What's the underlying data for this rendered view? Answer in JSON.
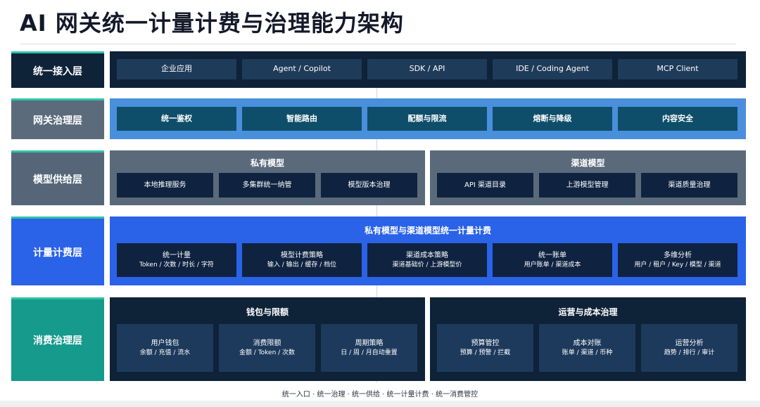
{
  "title": "AI 网关统一计量计费与治理能力架构",
  "layers": {
    "access": {
      "label": "统一接入层",
      "items": [
        "企业应用",
        "Agent / Copilot",
        "SDK / API",
        "IDE / Coding Agent",
        "MCP Client"
      ]
    },
    "governance": {
      "label": "网关治理层",
      "items": [
        "统一鉴权",
        "智能路由",
        "配额与限流",
        "熔断与降级",
        "内容安全"
      ]
    },
    "supply": {
      "label": "模型供给层",
      "groups": [
        {
          "title": "私有模型",
          "items": [
            "本地推理服务",
            "多集群统一纳管",
            "模型版本治理"
          ]
        },
        {
          "title": "渠道模型",
          "items": [
            "API 渠道目录",
            "上游模型管理",
            "渠道质量治理"
          ]
        }
      ]
    },
    "metering": {
      "label": "计量计费层",
      "title": "私有模型与渠道模型统一计量计费",
      "items": [
        {
          "title": "统一计量",
          "sub": "Token / 次数 / 时长 / 字符"
        },
        {
          "title": "模型计费策略",
          "sub": "输入 / 输出 / 缓存 / 档位"
        },
        {
          "title": "渠道成本策略",
          "sub": "渠道基础价 / 上游模型价"
        },
        {
          "title": "统一账单",
          "sub": "用户账单 / 渠道成本"
        },
        {
          "title": "多维分析",
          "sub": "用户 / 租户 / Key / 模型 / 渠道"
        }
      ]
    },
    "consumption": {
      "label": "消费治理层",
      "groups": [
        {
          "title": "钱包与限额",
          "items": [
            {
              "title": "用户钱包",
              "sub": "余额 / 充值 / 流水"
            },
            {
              "title": "消费限额",
              "sub": "金额 / Token / 次数"
            },
            {
              "title": "周期策略",
              "sub": "日 / 周 / 月自动重置"
            }
          ]
        },
        {
          "title": "运营与成本治理",
          "items": [
            {
              "title": "预算管控",
              "sub": "预算 / 预警 / 拦截"
            },
            {
              "title": "成本对账",
              "sub": "账单 / 渠道 / 币种"
            },
            {
              "title": "运营分析",
              "sub": "趋势 / 排行 / 审计"
            }
          ]
        }
      ]
    }
  },
  "footer": "统一入口 · 统一治理 · 统一供给 · 统一计量计费 · 统一消费管控",
  "colors": {
    "accent_teal": "#2fc3a4",
    "navy": "#0e2238",
    "blue": "#2a62e8",
    "light_blue": "#4a8fdc",
    "slate": "#5b6a7b",
    "teal": "#159a8c"
  }
}
